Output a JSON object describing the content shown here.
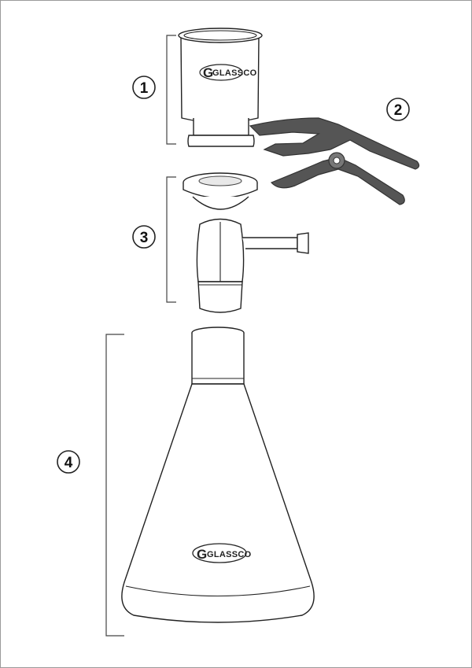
{
  "callouts": {
    "part1": "1",
    "part2": "2",
    "part3": "3",
    "part4": "4"
  },
  "logos": {
    "funnel_brand": "GLASSCO",
    "flask_brand": "GLASSCO"
  },
  "colors": {
    "line": "#222222",
    "clamp_fill": "#555555",
    "background": "#ffffff"
  }
}
